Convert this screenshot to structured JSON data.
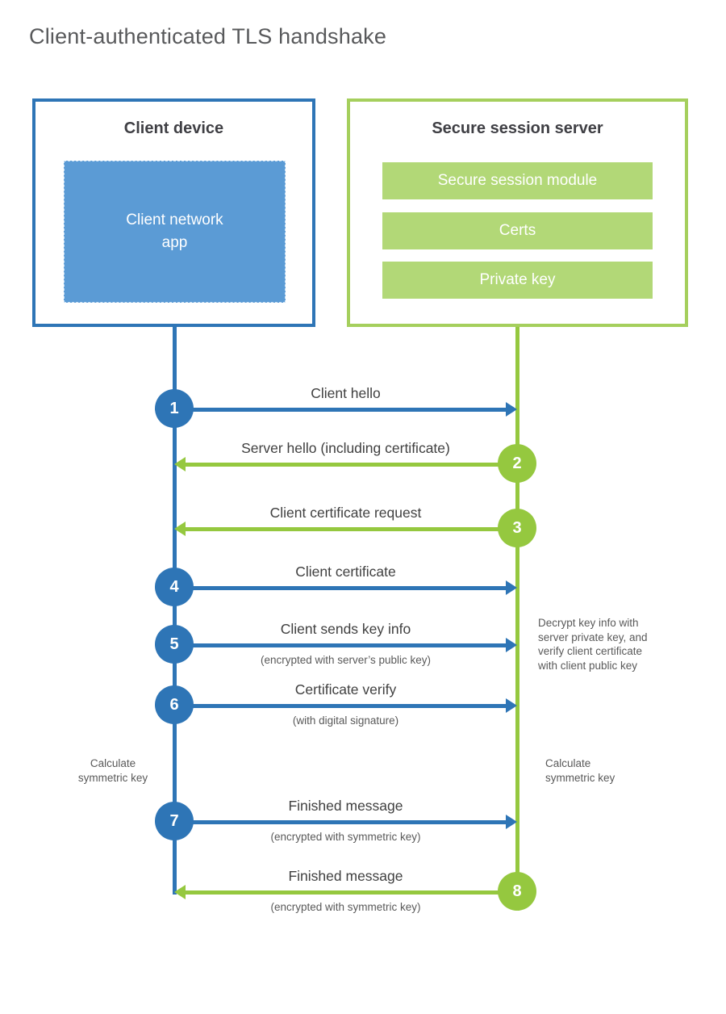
{
  "title": "Client-authenticated TLS handshake",
  "colors": {
    "blue": "#2E75B6",
    "blue_fill": "#5B9BD5",
    "green": "#95C83F",
    "green_border": "#A5CF5D",
    "green_fill": "#B2D877",
    "label_text": "#404040",
    "sub_text": "#595959"
  },
  "client": {
    "title": "Client device",
    "app_label": "Client network\napp"
  },
  "server": {
    "title": "Secure session server",
    "modules": [
      "Secure session module",
      "Certs",
      "Private key"
    ]
  },
  "steps": [
    {
      "num": "1",
      "from": "client",
      "label": "Client hello",
      "sublabel": ""
    },
    {
      "num": "2",
      "from": "server",
      "label": "Server hello (including certificate)",
      "sublabel": ""
    },
    {
      "num": "3",
      "from": "server",
      "label": "Client certificate request",
      "sublabel": ""
    },
    {
      "num": "4",
      "from": "client",
      "label": "Client certificate",
      "sublabel": ""
    },
    {
      "num": "5",
      "from": "client",
      "label": "Client sends key info",
      "sublabel": "(encrypted with server’s public key)"
    },
    {
      "num": "6",
      "from": "client",
      "label": "Certificate verify",
      "sublabel": "(with digital signature)"
    },
    {
      "num": "7",
      "from": "client",
      "label": "Finished message",
      "sublabel": "(encrypted with symmetric key)"
    },
    {
      "num": "8",
      "from": "server",
      "label": "Finished message",
      "sublabel": "(encrypted with symmetric key)"
    }
  ],
  "notes": {
    "decrypt": "Decrypt key info with\nserver private key, and\nverify client certificate\nwith client public key",
    "calc_client": "Calculate\nsymmetric key",
    "calc_server": "Calculate\nsymmetric key"
  }
}
